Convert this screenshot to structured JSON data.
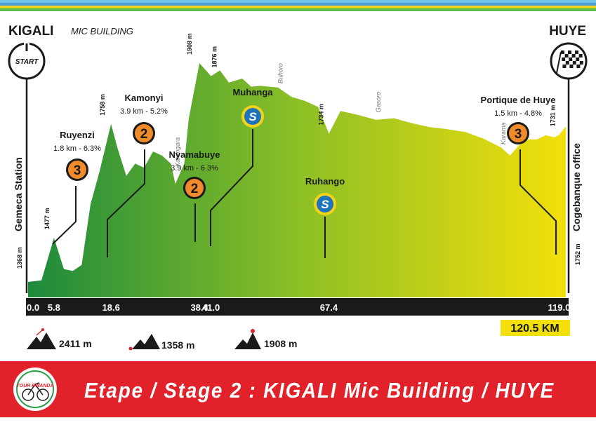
{
  "header": {
    "start_city": "KIGALI",
    "start_venue": "MIC BUILDING",
    "finish_city": "HUYE",
    "start_badge": "START",
    "stripe_colors": [
      "#6fc5ee",
      "#4a9fd8",
      "#f3d21a",
      "#5bb84a"
    ]
  },
  "start_point": {
    "name": "Gemeca Station",
    "elevation": "1368 m"
  },
  "finish_point": {
    "name": "Cogebanque office",
    "elevation": "1752 m"
  },
  "total_distance": "120.5 KM",
  "climb_summary": [
    {
      "icon": "mountain-up-icon",
      "value": "2411 m"
    },
    {
      "icon": "mountain-down-icon",
      "value": "1358 m"
    },
    {
      "icon": "mountain-peak-icon",
      "value": "1908 m"
    }
  ],
  "footer": {
    "logo_text": "TOUR RWANDA",
    "stage_title": "Etape / Stage 2 : KIGALI  Mic Building  /  HUYE",
    "band_color": "#e2222a"
  },
  "chart_data": {
    "type": "area",
    "x_unit": "km",
    "y_unit": "m",
    "xlim": [
      0,
      120.5
    ],
    "ylim": [
      1330,
      1960
    ],
    "colors": {
      "start": "#1c8a3c",
      "mid": "#8cbf26",
      "end": "#f3df0a",
      "axis": "#1a1a1a"
    },
    "x_ticks": [
      "0.0",
      "5.8",
      "18.6",
      "38.4",
      "41.0",
      "67.4",
      "119.0"
    ],
    "x_tick_values": [
      0,
      5.8,
      18.6,
      38.4,
      41.0,
      67.4,
      119.0
    ],
    "profile": [
      [
        0,
        1368
      ],
      [
        3,
        1372
      ],
      [
        5.8,
        1477
      ],
      [
        8,
        1400
      ],
      [
        10,
        1395
      ],
      [
        12,
        1410
      ],
      [
        14,
        1560
      ],
      [
        16,
        1640
      ],
      [
        18.6,
        1758
      ],
      [
        20,
        1700
      ],
      [
        22,
        1630
      ],
      [
        24,
        1660
      ],
      [
        26,
        1650
      ],
      [
        28,
        1690
      ],
      [
        30,
        1680
      ],
      [
        32,
        1660
      ],
      [
        33,
        1610
      ],
      [
        35,
        1660
      ],
      [
        36,
        1770
      ],
      [
        38.4,
        1908
      ],
      [
        41.0,
        1876
      ],
      [
        43,
        1890
      ],
      [
        45,
        1860
      ],
      [
        48,
        1870
      ],
      [
        50,
        1850
      ],
      [
        52,
        1852
      ],
      [
        56,
        1848
      ],
      [
        59,
        1825
      ],
      [
        62,
        1815
      ],
      [
        65,
        1800
      ],
      [
        67.4,
        1734
      ],
      [
        70,
        1790
      ],
      [
        74,
        1780
      ],
      [
        78,
        1768
      ],
      [
        82,
        1772
      ],
      [
        86,
        1760
      ],
      [
        90,
        1750
      ],
      [
        94,
        1745
      ],
      [
        98,
        1738
      ],
      [
        102,
        1722
      ],
      [
        106,
        1700
      ],
      [
        108,
        1680
      ],
      [
        110,
        1705
      ],
      [
        112,
        1720
      ],
      [
        114,
        1720
      ],
      [
        116,
        1730
      ],
      [
        118,
        1725
      ],
      [
        119.0,
        1731
      ],
      [
        120.5,
        1752
      ]
    ],
    "point_labels": [
      {
        "km": 5.8,
        "elev": "1477 m"
      },
      {
        "km": 18.6,
        "elev": "1758 m"
      },
      {
        "km": 38.4,
        "elev": "1908 m"
      },
      {
        "km": 41.0,
        "elev": "1876 m"
      },
      {
        "km": 67.4,
        "elev": "1734 m"
      },
      {
        "km": 119.0,
        "elev": "1731 m"
      }
    ],
    "area_names": [
      {
        "km": 34,
        "name": "Karengara"
      },
      {
        "km": 57,
        "name": "Buhoro"
      },
      {
        "km": 79,
        "name": "Gasoro"
      },
      {
        "km": 107,
        "name": "Karama"
      }
    ],
    "annotations": [
      {
        "km": 5.8,
        "name": "Ruyenzi",
        "detail": "1.8 km - 6.3%",
        "badge": "3",
        "kind": "climb"
      },
      {
        "km": 18.6,
        "name": "Kamonyi",
        "detail": "3.9 km - 5.2%",
        "badge": "2",
        "kind": "climb"
      },
      {
        "km": 38.4,
        "name": "Nyamabuye",
        "detail": "3.9 km - 6.3%",
        "badge": "2",
        "kind": "climb"
      },
      {
        "km": 41.0,
        "name": "Muhanga",
        "detail": "",
        "badge": "S",
        "kind": "sprint"
      },
      {
        "km": 67.4,
        "name": "Ruhango",
        "detail": "",
        "badge": "S",
        "kind": "sprint"
      },
      {
        "km": 119.0,
        "name": "Portique de Huye",
        "detail": "1.5 km - 4.8%",
        "badge": "3",
        "kind": "climb"
      }
    ]
  }
}
